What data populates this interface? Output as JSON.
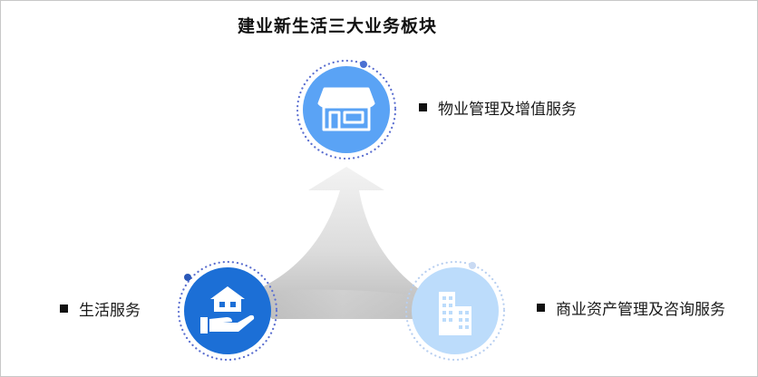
{
  "title": "建业新生活三大业务板块",
  "nodes": [
    {
      "id": "top",
      "label": "物业管理及增值服务",
      "icon": "storefront-icon",
      "color": "#5aa3f5"
    },
    {
      "id": "left",
      "label": "生活服务",
      "icon": "house-in-hand-icon",
      "color": "#1c6fd6"
    },
    {
      "id": "right",
      "label": "商业资产管理及咨询服务",
      "icon": "office-building-icon",
      "color": "#bcdcfb"
    }
  ],
  "colors": {
    "arrow_light": "#f2f2f2",
    "arrow_dark": "#c6c6c6",
    "ring_dots": "#5b6fd0",
    "ring_dots_right": "#b8cff0"
  }
}
